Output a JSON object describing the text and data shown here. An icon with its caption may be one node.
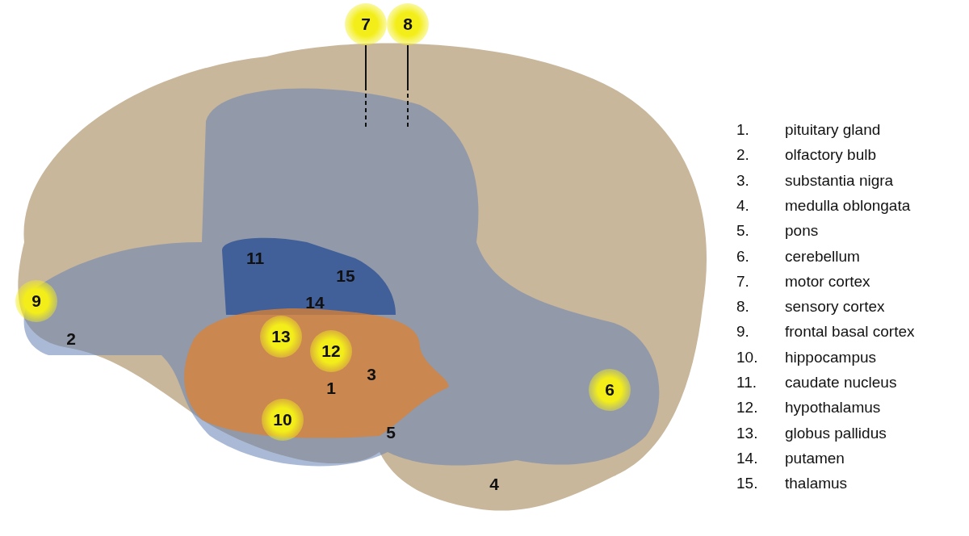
{
  "diagram": {
    "nodes": [
      {
        "text": [
          "7"
        ]
      },
      {
        "text": [
          "8"
        ]
      },
      {
        "text": [
          "9"
        ]
      },
      {
        "text": [
          "13"
        ]
      },
      {
        "text": [
          "12"
        ]
      },
      {
        "text": [
          "10"
        ]
      },
      {
        "text": [
          "6"
        ]
      }
    ],
    "edges": [
      {
        "from": 0,
        "to": null,
        "arrow": "none",
        "style": "dashed"
      },
      {
        "from": 1,
        "to": null,
        "arrow": "none",
        "style": "dashed"
      }
    ],
    "labels": [
      "11",
      "15",
      "14",
      "2",
      "3",
      "1",
      "5",
      "4",
      "1.",
      "pituitary gland",
      "2.",
      "olfactory bulb",
      "3.",
      "substantia nigra",
      "4.",
      "medulla oblongata",
      "5.",
      "pons",
      "6.",
      "cerebellum",
      "7.",
      "motor cortex",
      "8.",
      "sensory cortex",
      "9.",
      "frontal basal cortex",
      "10.",
      "hippocampus",
      "11.",
      "caudate nucleus",
      "12.",
      "hypothalamus",
      "13.",
      "globus pallidus",
      "14.",
      "putamen",
      "15.",
      "thalamus"
    ]
  }
}
